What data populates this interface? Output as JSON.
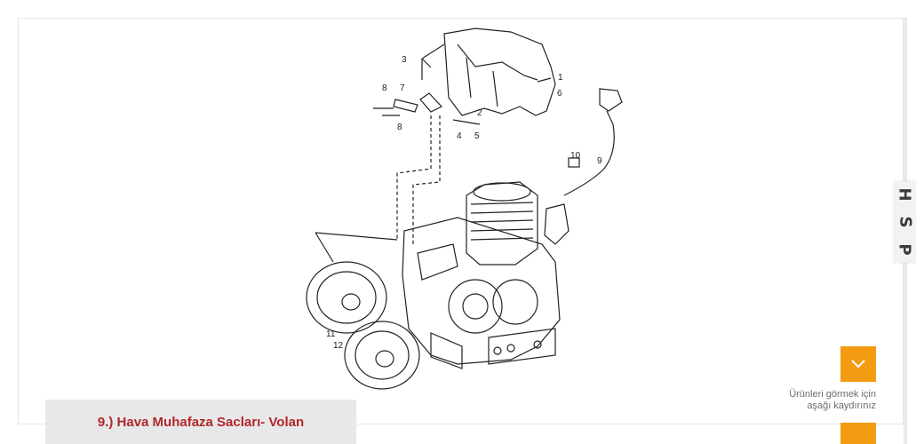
{
  "caption": "9.) Hava Muhafaza Sacları- Volan",
  "scroll_hint": {
    "line1": "Ürünleri görmek için",
    "line2": "aşağı kaydırınız"
  },
  "badge": {
    "letters": [
      "H",
      "S",
      "P"
    ]
  },
  "diagram_labels": {
    "l1": "1",
    "l2": "2",
    "l3": "3",
    "l4": "4",
    "l5": "5",
    "l6": "6",
    "l7": "7",
    "l8a": "8",
    "l8b": "8",
    "l9": "9",
    "l10": "10",
    "l11": "11",
    "l12": "12"
  },
  "colors": {
    "accent": "#f39c12",
    "caption_text": "#b1262b",
    "caption_bg": "#e8e8e8"
  },
  "icons": {
    "scroll": "chevron-down-icon"
  }
}
